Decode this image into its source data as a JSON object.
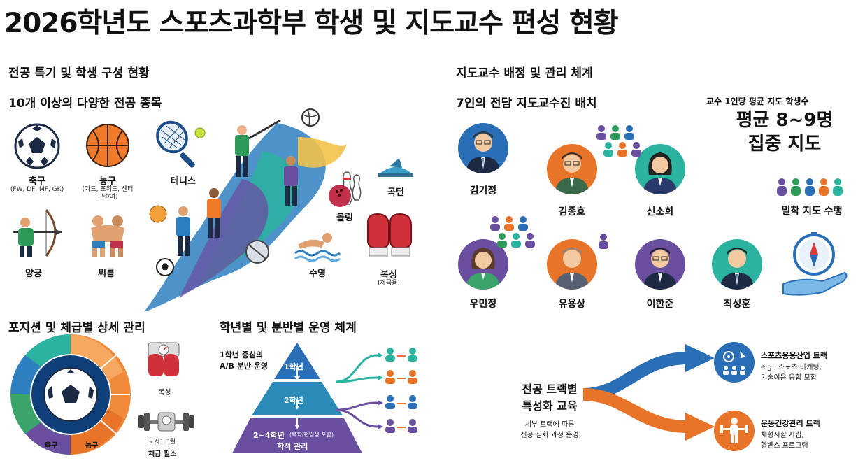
{
  "title": "2026학년도 스포츠과학부 학생 및 지도교수 편성 현황",
  "left": {
    "section_title": "전공 특기 및 학생 구성 현황",
    "subsection_title": "10개 이상의 다양한 전공 종목",
    "sports": [
      {
        "label": "축구",
        "sub": "(FW, DF, MF, GK)",
        "icon": "soccer-ball-icon"
      },
      {
        "label": "농구",
        "sub1": "(가드, 포워드, 센터",
        "sub2": "- 남/여)",
        "icon": "basketball-icon"
      },
      {
        "label": "테니스",
        "icon": "tennis-racket-icon"
      },
      {
        "label": "곡턴",
        "icon": "curling-hat-icon"
      },
      {
        "label": "볼링",
        "icon": "bowling-icon"
      },
      {
        "label": "양궁",
        "icon": "archery-icon"
      },
      {
        "label": "씨름",
        "icon": "wrestling-icon"
      },
      {
        "label": "수영",
        "icon": "swimming-icon"
      },
      {
        "label": "복싱",
        "sub": "(체급용)",
        "icon": "boxing-gloves-icon"
      }
    ]
  },
  "bottom_left": {
    "section_title": "포지션 및 체급별 상세 관리",
    "chart_labels": [
      "축구",
      "농구"
    ],
    "boxing_label": "복싱",
    "weight_label1": "포지1 3월",
    "weight_label2": "체급 필소"
  },
  "middle_bottom": {
    "section_title": "학년별 및 분반별 운영 체계",
    "note_line1": "1학년 중심의",
    "note_line2": "A/B 분반 운영",
    "pyramid": {
      "level1": "1학년",
      "level2": "2학년",
      "level3_main": "2~4학년",
      "level3_note": "(복학/편입생 포함)",
      "level3_sub": "학적 관리"
    }
  },
  "right": {
    "section_title": "지도교수 배정 및 관리 체계",
    "subsection_title": "7인의 전담 지도교수진 배치",
    "stat_label": "교수 1인당 평균 지도 학생수",
    "stat_big1": "평균 8~9명",
    "stat_big2": "집중 지도",
    "stat_caption": "밀착 지도 수행",
    "professors": [
      "김기정",
      "김종호",
      "신소희",
      "우민정",
      "유용상",
      "이한준",
      "최성훈"
    ]
  },
  "bottom_right": {
    "center_line1": "전공 트랙별",
    "center_line2": "특성화 교육",
    "center_sub1": "세부 트랙에 따른",
    "center_sub2": "진공 심화 과정 운영",
    "track1_title": "스포츠응용산업 트랙",
    "track1_line1": "e.g., 스포츠 마케팅,",
    "track1_line2": "기술이용 융합 모합",
    "track2_title": "운동건강관리 트랙",
    "track2_line1": "체형시할 사립,",
    "track2_line2": "헬벤스 프로그램"
  },
  "colors": {
    "blue": "#2a6fb5",
    "orange": "#e8742a",
    "purple": "#6a4ea0",
    "teal": "#2ea79a",
    "green": "#3aa46a"
  }
}
